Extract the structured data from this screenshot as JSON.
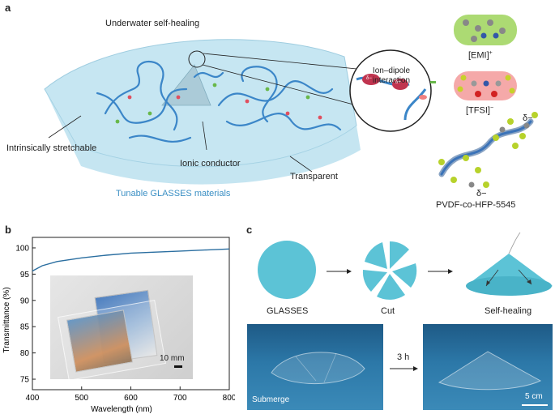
{
  "panel_a": {
    "label": "a",
    "underwater": "Underwater self-healing",
    "ion_dipole": "Ion–dipole interaction",
    "stretchable": "Intrinsically stretchable",
    "ionic": "Ionic conductor",
    "transparent": "Transparent",
    "tunable": "Tunable GLASSES materials",
    "emi": "[EMI]",
    "emi_sup": "+",
    "tfsi": "[TFSI]",
    "tfsi_sup": "−",
    "delta_minus": "δ−",
    "delta_plus": "δ+",
    "pvdf": "PVDF-co-HFP-5545",
    "colors": {
      "gel": "#c6e6f2",
      "chain": "#3b86c8",
      "emi": "#9dd35a",
      "tfsi": "#f39a9a",
      "fluorine": "#b7d22b"
    }
  },
  "panel_b": {
    "label": "b",
    "scale": "10 mm"
  },
  "panel_c": {
    "label": "c",
    "glasses": "GLASSES",
    "cut": "Cut",
    "self_healing": "Self-healing",
    "submerge": "Submerge",
    "time": "3 h",
    "scale": "5 cm",
    "shape_color": "#5cc3d6"
  },
  "chart_data": {
    "type": "line",
    "xlabel": "Wavelength (nm)",
    "ylabel": "Transmittance (%)",
    "xlim": [
      400,
      800
    ],
    "ylim": [
      73,
      102
    ],
    "xticks": [
      400,
      500,
      600,
      700,
      800
    ],
    "yticks": [
      75,
      80,
      85,
      90,
      95,
      100
    ],
    "series": [
      {
        "x": [
          400,
          420,
          450,
          500,
          550,
          600,
          650,
          700,
          750,
          800
        ],
        "y": [
          95.6,
          96.6,
          97.4,
          98.1,
          98.6,
          99.0,
          99.2,
          99.4,
          99.6,
          99.8
        ],
        "color": "#2a6ea0"
      }
    ],
    "grid": false
  }
}
